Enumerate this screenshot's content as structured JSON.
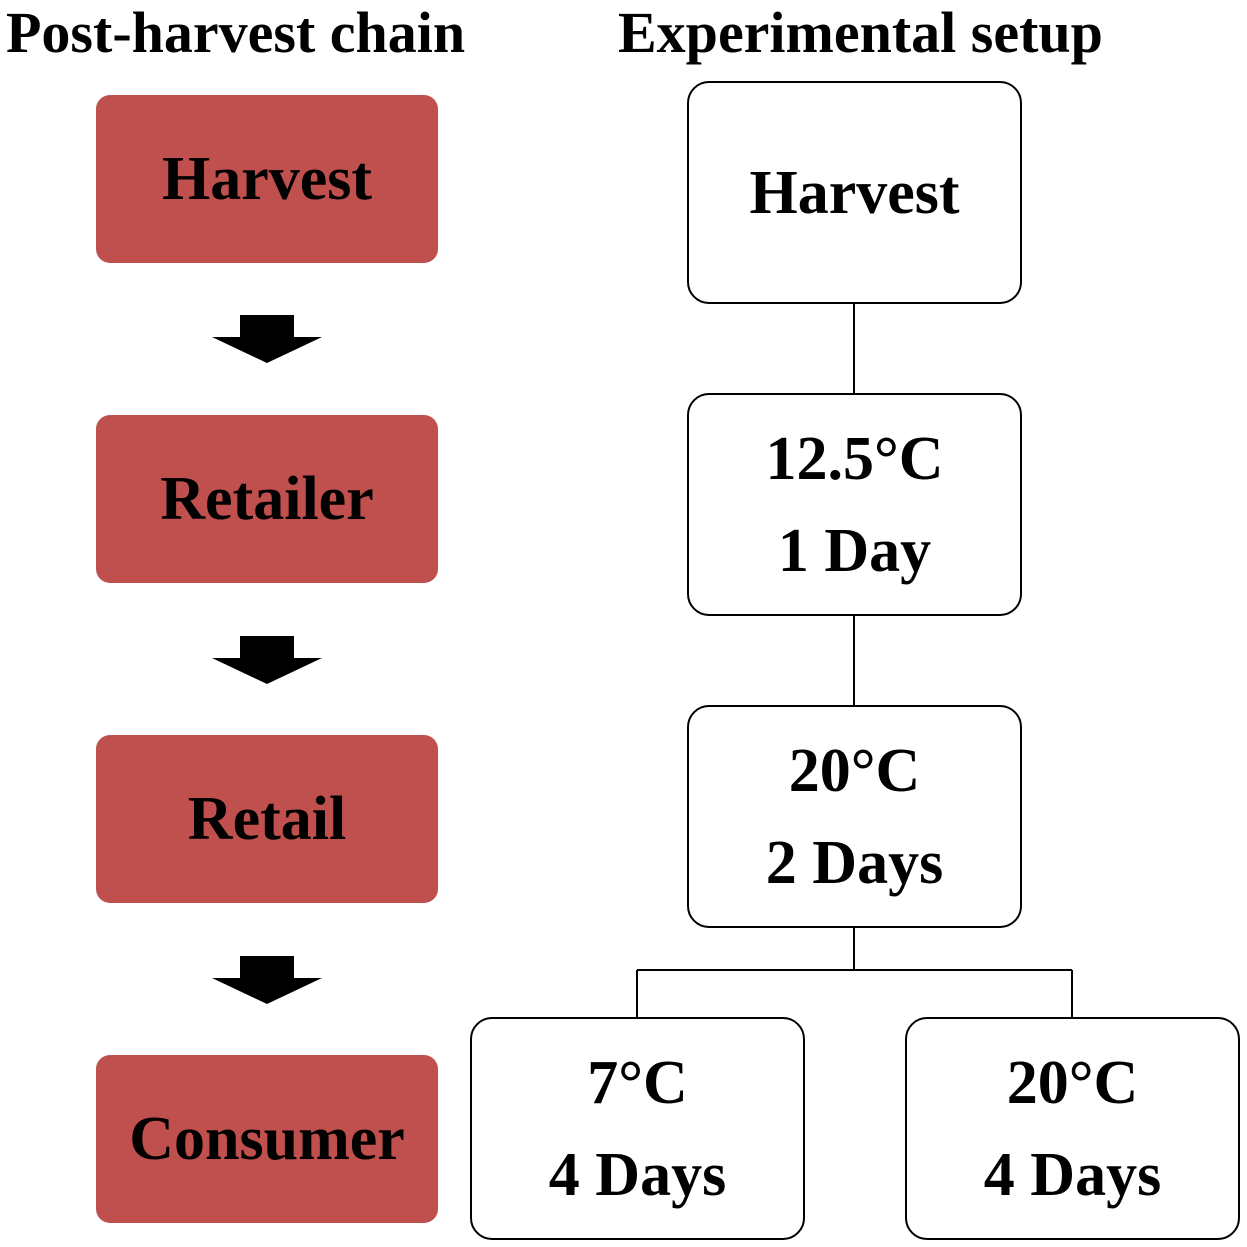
{
  "headings": {
    "left": "Post-harvest chain",
    "right": "Experimental setup"
  },
  "chain": [
    {
      "label": "Harvest"
    },
    {
      "label": "Retailer"
    },
    {
      "label": "Retail"
    },
    {
      "label": "Consumer"
    }
  ],
  "setup": {
    "harvest": {
      "line1": "Harvest"
    },
    "stage1": {
      "line1": "12.5°C",
      "line2": "1 Day"
    },
    "stage2": {
      "line1": "20°C",
      "line2": "2 Days"
    },
    "branch_left": {
      "line1": "7°C",
      "line2": "4 Days"
    },
    "branch_right": {
      "line1": "20°C",
      "line2": "4 Days"
    }
  },
  "colors": {
    "chain_fill": "#c0504d",
    "outline": "#000000"
  },
  "icons": {
    "flow_arrow": "down-arrow-icon"
  }
}
